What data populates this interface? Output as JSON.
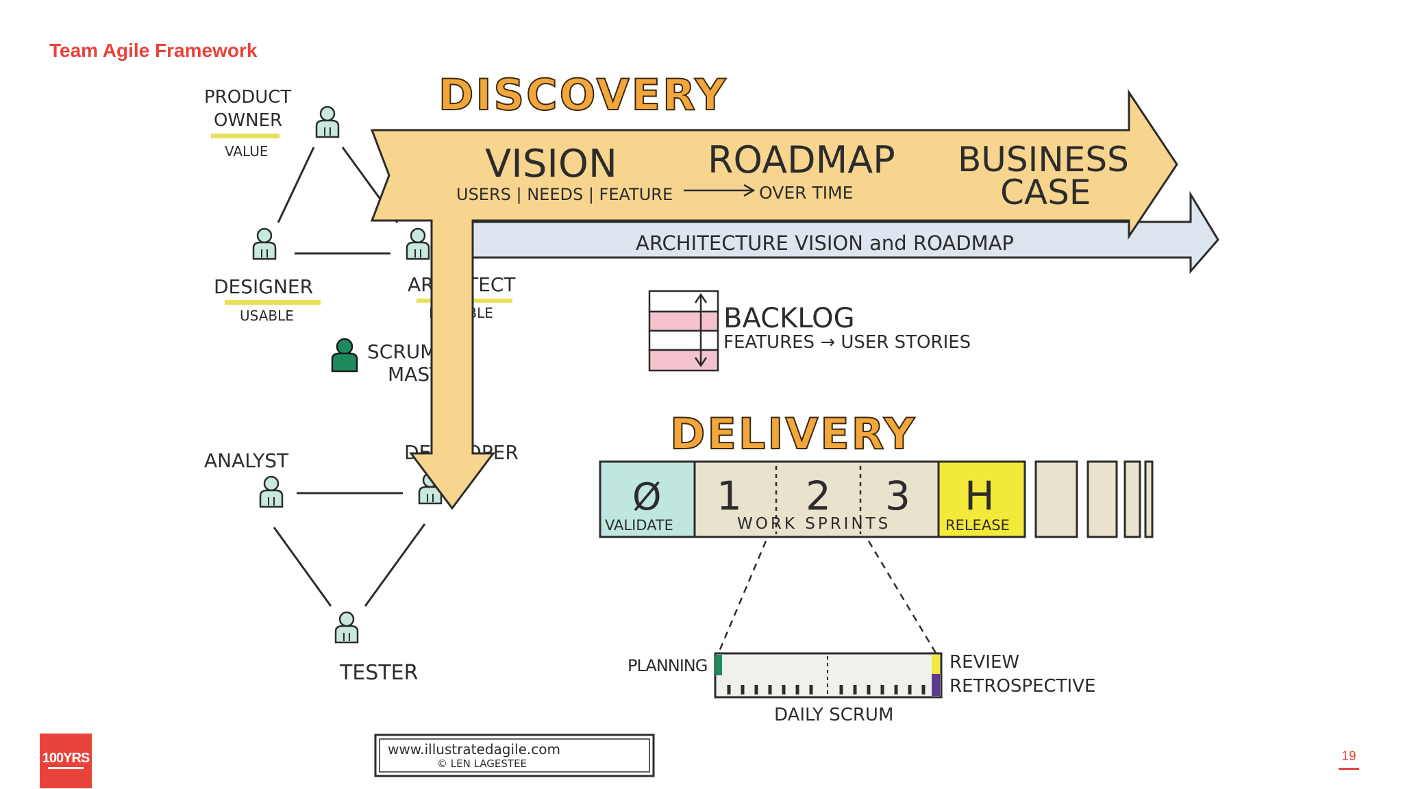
{
  "slide": {
    "title": "Team Agile Framework",
    "page_number": "19",
    "logo_text": "100YRS"
  },
  "roles": {
    "product_owner_line1": "PRODUCT",
    "product_owner_line2": "OWNER",
    "product_owner_value": "VALUE",
    "designer": "DESIGNER",
    "designer_value": "USABLE",
    "architect": "ARCHITECT",
    "architect_value": "FEASIBLE",
    "scrum_master_line1": "SCRUM",
    "scrum_master_line2": "MASTER",
    "analyst": "ANALYST",
    "developer": "DEVELOPER",
    "tester": "TESTER"
  },
  "discovery": {
    "heading": "DISCOVERY",
    "vision": "VISION",
    "vision_sub": "USERS | NEEDS | FEATURE",
    "roadmap": "ROADMAP",
    "roadmap_sub": "OVER TIME",
    "business_line1": "BUSINESS",
    "business_line2": "CASE",
    "architecture": "ARCHITECTURE VISION and ROADMAP"
  },
  "backlog": {
    "title": "BACKLOG",
    "subtitle": "FEATURES → USER STORIES"
  },
  "delivery": {
    "heading": "DELIVERY",
    "zero": "Ø",
    "validate": "VALIDATE",
    "sprint1": "1",
    "sprint2": "2",
    "sprint3": "3",
    "work_sprints": "WORK SPRINTS",
    "hardening": "H",
    "release": "RELEASE"
  },
  "sprint_detail": {
    "planning": "PLANNING",
    "review": "REVIEW",
    "retrospective": "RETROSPECTIVE",
    "daily_scrum": "DAILY SCRUM"
  },
  "credit": {
    "url": "www.illustratedagile.com",
    "author": "© LEN LAGESTEE"
  },
  "colors": {
    "accent": "#e8423a",
    "discovery_orange": "#f7d58e",
    "architecture_blue": "#dde6ee",
    "backlog_pink": "#f4c3cd",
    "validate_teal": "#bfe6df",
    "sprint_beige": "#e9e2cd",
    "release_yellow": "#f2e93a",
    "scrum_master_green": "#1f8a5e"
  }
}
